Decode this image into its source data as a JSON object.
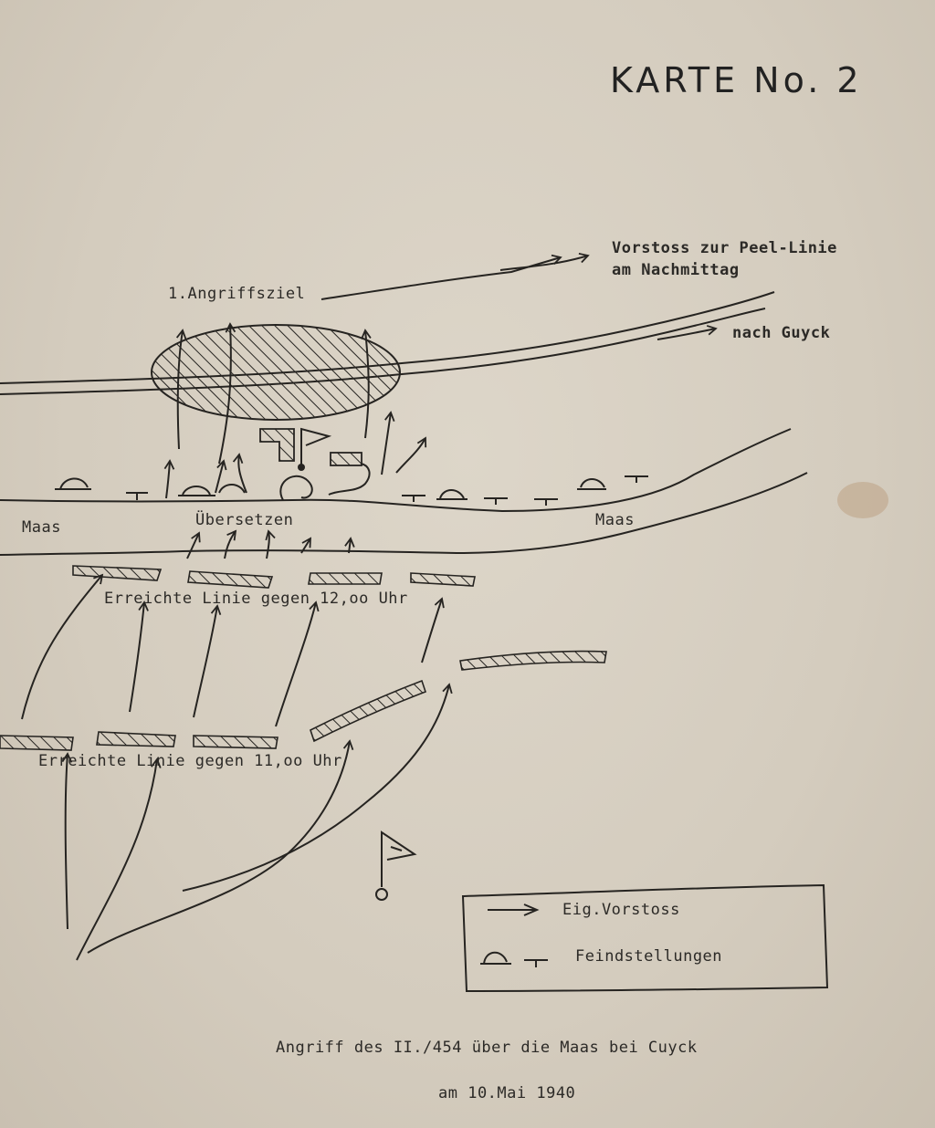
{
  "map": {
    "title": "KARTE No. 2",
    "labels": {
      "vorstoss_line1": "Vorstoss zur Peel-Linie",
      "vorstoss_line2": "am Nachmittag",
      "nach_guyck": "nach Guyck",
      "angriffsziel": "1.Angriffsziel",
      "maas_left": "Maas",
      "maas_right": "Maas",
      "uebersetzen": "Übersetzen",
      "linie_12": "Erreichte Linie gegen 12,oo Uhr",
      "linie_11": "Erreichte Linie gegen 11,oo Uhr"
    },
    "legend": {
      "own_advance": "Eig.Vorstoss",
      "enemy_positions": "Feindstellungen"
    },
    "caption": {
      "line1": "Angriff des II./454 über die Maas bei Cuyck",
      "line2": "am 10.Mai 1940"
    },
    "colors": {
      "paper": "#d6cec0",
      "ink": "#262421",
      "stain": "#b89a78"
    }
  }
}
